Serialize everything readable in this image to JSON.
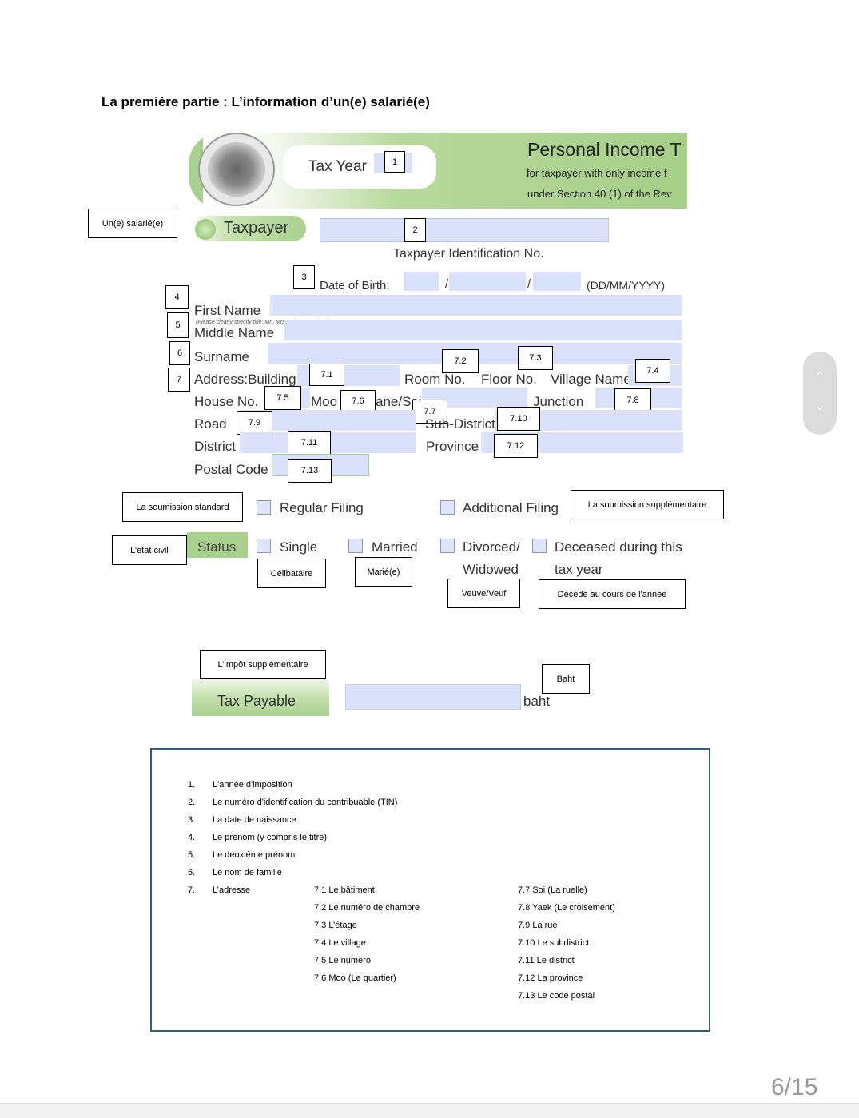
{
  "heading": "La première partie : L’information d’un(e) salarié(e)",
  "form": {
    "tax_year_label": "Tax Year",
    "title": "Personal Income T",
    "subtitle1": "for taxpayer with only income f",
    "subtitle2": "under Section 40 (1) of the Rev",
    "taxpayer_label": "Taxpayer",
    "tin_label": "Taxpayer Identification No.",
    "dob_label": "Date of Birth:",
    "dob_format": "(DD/MM/YYYY)",
    "dob_sep": "/",
    "first_name": "First Name",
    "title_hint": "(Please clearly specify title: Mr., Mrs., Miss, or Others)",
    "middle_name": "Middle Name",
    "surname": "Surname",
    "address_building": "Address:Building",
    "room_no": "Room No.",
    "floor_no": "Floor No.",
    "village_name": "Village Name",
    "house_no": "House No.",
    "moo": "Moo",
    "lane_soi": "ane/Soi",
    "junction": "Junction",
    "road": "Road",
    "sub_district": "Sub-District",
    "district": "District",
    "province": "Province",
    "postal_code": "Postal Code",
    "regular_filing": "Regular Filing",
    "additional_filing": "Additional Filing",
    "status": "Status",
    "single": "Single",
    "married": "Married",
    "divorced": "Divorced/",
    "widowed": "Widowed",
    "deceased1": "Deceased during this",
    "deceased2": "tax year",
    "tax_payable": "Tax Payable",
    "baht": "baht"
  },
  "callouts": {
    "c1": "1",
    "c2": "2",
    "c3": "3",
    "c4": "4",
    "c5": "5",
    "c6": "6",
    "c7": "7",
    "c71": "7.1",
    "c72": "7.2",
    "c73": "7.3",
    "c74": "7.4",
    "c75": "7.5",
    "c76": "7.6",
    "c77": "7.7",
    "c78": "7.8",
    "c79": "7.9",
    "c710": "7.10",
    "c711": "7.11",
    "c712": "7.12",
    "c713": "7.13"
  },
  "annotations": {
    "employee": "Un(e) salarié(e)",
    "standard": "La soumission standard",
    "supplementary": "La soumission supplémentaire",
    "civil_status": "L’état civil",
    "single": "Célibataire",
    "married": "Marié(e)",
    "widowed": "Veuve/Veuf",
    "deceased": "Décédé au cours de l'année",
    "extra_tax": "L’impôt supplémentaire",
    "baht": "Baht"
  },
  "notes": {
    "items": [
      {
        "num": "1.",
        "text": "L'année d'imposition"
      },
      {
        "num": "2.",
        "text": "Le numéro d'identification du contribuable (TIN)"
      },
      {
        "num": "3.",
        "text": "La date de naissance"
      },
      {
        "num": "4.",
        "text": "Le prénom (y compris le titre)"
      },
      {
        "num": "5.",
        "text": "Le deuxième prénom"
      },
      {
        "num": "6.",
        "text": "Le nom de famille"
      },
      {
        "num": "7.",
        "text": "L’adresse"
      }
    ],
    "col_a": [
      "7.1 Le bâtiment",
      "7.2 Le numéro de chambre",
      "7.3 L’étage",
      "7.4 Le village",
      "7.5 Le numéro",
      "7.6 Moo (Le quartier)"
    ],
    "col_b": [
      "7.7 Soi (La ruelle)",
      "7.8 Yaek (Le croisement)",
      "7.9 La rue",
      "7.10 Le subdistrict",
      "7.11 Le district",
      "7.12 La province",
      "7.13 Le code postal"
    ]
  },
  "page_indicator": "6/15"
}
